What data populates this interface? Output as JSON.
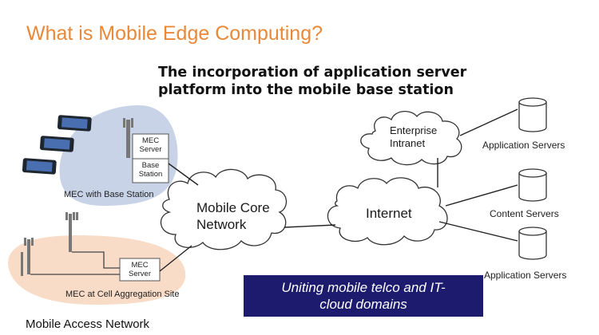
{
  "slide": {
    "title": "What is Mobile Edge Computing?",
    "subtitle": "The incorporation of application server platform into the mobile base station",
    "footer": "Mobile Access Network"
  },
  "diagram": {
    "mec_base_station": {
      "mec_server": "MEC\nServer",
      "base_station": "Base\nStation",
      "region_label": "MEC with Base Station"
    },
    "mec_aggregation": {
      "mec_server": "MEC\nServer",
      "region_label": "MEC at Cell Aggregation Site"
    },
    "clouds": {
      "mobile_core": "Mobile Core\nNetwork",
      "internet": "Internet",
      "enterprise": "Enterprise\nIntranet"
    },
    "servers": [
      {
        "label": "Application Servers"
      },
      {
        "label": "Content Servers"
      },
      {
        "label": "Application Servers"
      }
    ],
    "banner": "Uniting mobile telco and IT-\ncloud domains"
  },
  "colors": {
    "title": "#e8893a",
    "blue_region": "#c8d3e8",
    "peach_region": "#f8dcc8",
    "banner_bg": "#1d1b6d"
  }
}
